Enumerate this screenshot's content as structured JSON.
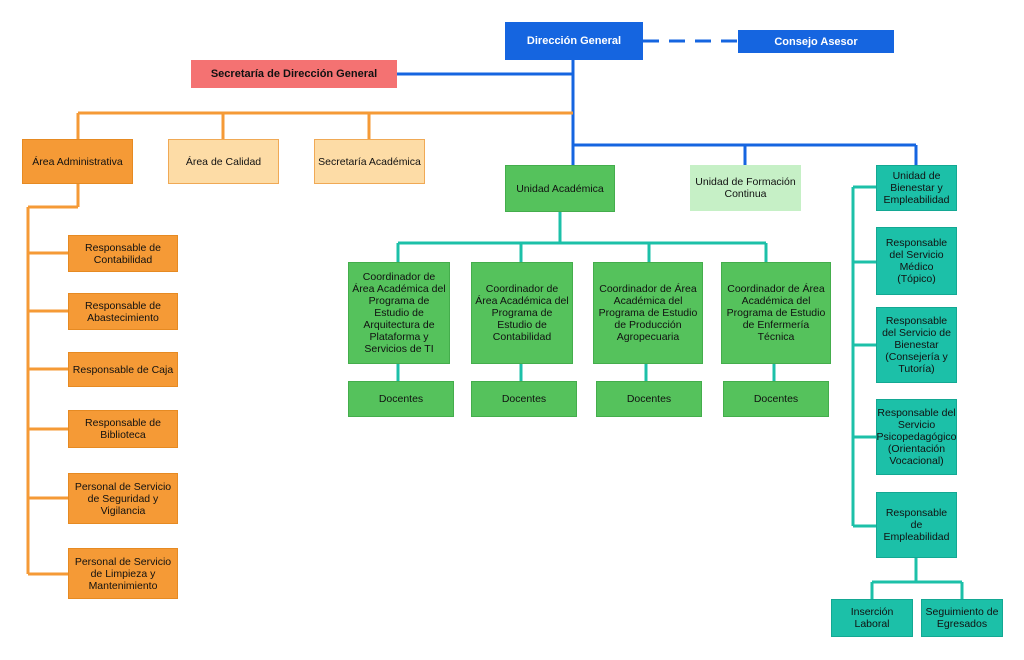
{
  "top": {
    "direccion": "Dirección General",
    "consejo": "Consejo Asesor",
    "secretaria_direccion": "Secretaría de Dirección General"
  },
  "areas": {
    "administrativa": "Área Administrativa",
    "calidad": "Área de Calidad",
    "secretaria_academica": "Secretaría Académica",
    "unidad_academica": "Unidad Académica",
    "formacion_continua": "Unidad de Formación Continua",
    "bienestar": "Unidad de Bienestar y Empleabilidad"
  },
  "administrativa_items": [
    "Responsable de Contabilidad",
    "Responsable de Abastecimiento",
    "Responsable de Caja",
    "Responsable de Biblioteca",
    "Personal de Servicio de Seguridad y Vigilancia",
    "Personal de Servicio de Limpieza y Mantenimiento"
  ],
  "coordinadores": [
    "Coordinador de Área Académica del Programa de Estudio de Arquitectura de Plataforma y Servicios de TI",
    "Coordinador de Área Académica del Programa de Estudio de Contabilidad",
    "Coordinador de Área Académica del Programa de Estudio de Producción Agropecuaria",
    "Coordinador de Área Académica del Programa de Estudio de Enfermería Técnica"
  ],
  "docentes": [
    "Docentes",
    "Docentes",
    "Docentes",
    "Docentes"
  ],
  "bienestar_items": [
    "Responsable del Servicio Médico (Tópico)",
    "Responsable del Servicio de Bienestar (Consejería y Tutoría)",
    "Responsable del Servicio Psicopedagógico (Orientación Vocacional)",
    "Responsable de Empleabilidad"
  ],
  "empleabilidad_items": [
    "Inserción Laboral",
    "Seguimiento de Egresados"
  ],
  "colors": {
    "blue": "#1565e0",
    "red": "#f47272",
    "orange": "#f59a36",
    "light_orange": "#fddca6",
    "green": "#55c25c",
    "light_green": "#c6f0c6",
    "teal": "#1cc0a8"
  }
}
